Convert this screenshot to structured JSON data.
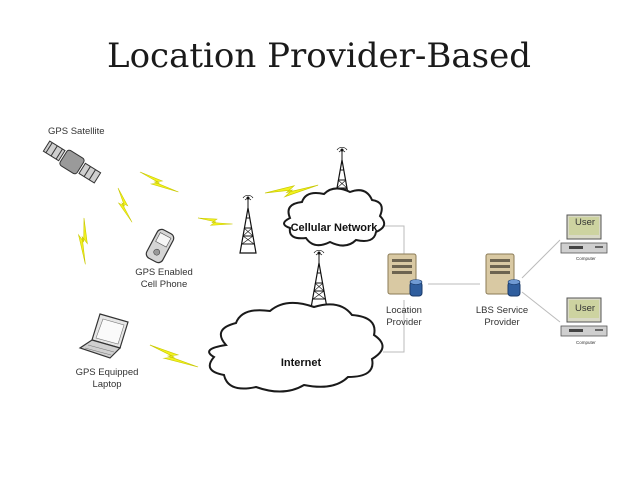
{
  "slide": {
    "title": "Location Provider-Based"
  },
  "nodes": {
    "gps_satellite": "GPS Satellite",
    "cell_phone_line1": "GPS Enabled",
    "cell_phone_line2": "Cell Phone",
    "laptop_line1": "GPS Equipped",
    "laptop_line2": "Laptop",
    "cellular_network": "Cellular Network",
    "internet": "Internet",
    "location_provider_line1": "Location",
    "location_provider_line2": "Provider",
    "lbs_provider_line1": "LBS Service",
    "lbs_provider_line2": "Provider",
    "user_top": "User",
    "user_bottom": "User",
    "computer_top": "Computer",
    "computer_bottom": "Computer"
  },
  "colors": {
    "lightning": "#f2f21e",
    "cloud_stroke": "#1a1a1a",
    "server": "#d9c9a3",
    "db": "#2f5e9e"
  }
}
